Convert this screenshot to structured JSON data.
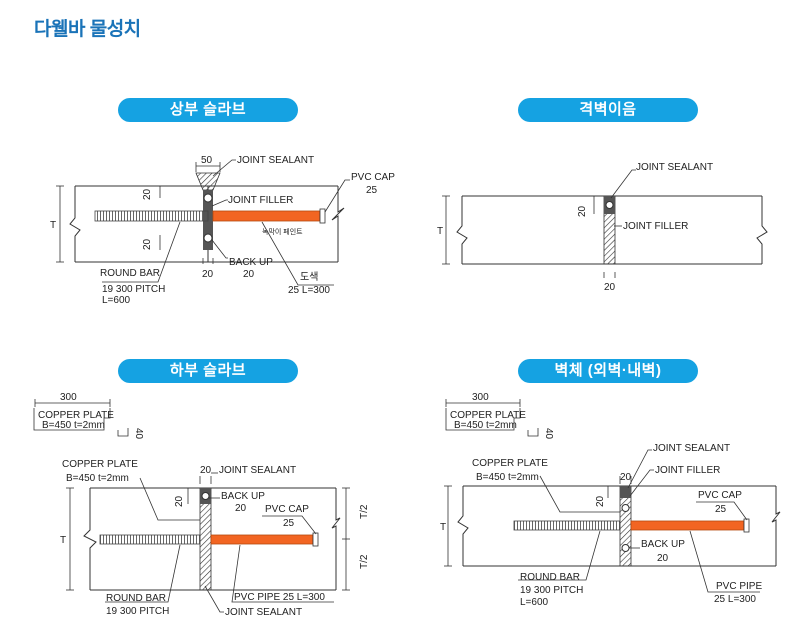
{
  "title": "다웰바 물성치",
  "sections": {
    "upper_slab": {
      "heading": "상부 슬라브",
      "labels": {
        "dim_50": "50",
        "joint_sealant": "JOINT SEALANT",
        "pvc_cap": "PVC CAP",
        "pvc_cap_size": "25",
        "joint_filler": "JOINT FILLER",
        "dim_20_top": "20",
        "dim_20_bottom": "20",
        "t": "T",
        "paint_note": "녹막이 페인트",
        "back_up": "BACK UP",
        "back_up_size": "20",
        "dim_20_under": "20",
        "round_bar": "ROUND BAR",
        "round_bar_spec": "19 300 PITCH",
        "round_bar_len": "L=600",
        "coating": "도색",
        "coating_spec": "25 L=300"
      }
    },
    "partition_wall": {
      "heading": "격벽이음",
      "labels": {
        "joint_sealant": "JOINT SEALANT",
        "joint_filler": "JOINT FILLER",
        "dim_20_side": "20",
        "dim_20_bottom": "20",
        "t": "T"
      }
    },
    "lower_slab": {
      "heading": "하부 슬라브",
      "labels": {
        "dim_300": "300",
        "copper_plate": "COPPER PLATE",
        "copper_plate_spec": "B=450 t=2mm",
        "dim_40": "40",
        "copper_plate_2": "COPPER PLATE",
        "copper_plate_spec_2": "B=450 t=2mm",
        "dim_20_top": "20",
        "joint_sealant": "JOINT SEALANT",
        "dim_20_side": "20",
        "back_up": "BACK UP",
        "back_up_size": "20",
        "pvc_cap": "PVC CAP",
        "pvc_cap_size": "25",
        "t": "T",
        "t_half_top": "T/2",
        "t_half_bottom": "T/2",
        "round_bar": "ROUND BAR",
        "round_bar_spec": "19 300 PITCH",
        "pvc_pipe": "PVC PIPE  25 L=300",
        "joint_sealant_bottom": "JOINT SEALANT"
      }
    },
    "wall_side": {
      "heading": "벽체 (외벽·내벽)",
      "labels": {
        "dim_300": "300",
        "copper_plate": "COPPER PLATE",
        "copper_plate_spec": "B=450 t=2mm",
        "dim_40": "40",
        "joint_sealant": "JOINT SEALANT",
        "copper_plate_2": "COPPER PLATE",
        "copper_plate_spec_2": "B=450 t=2mm",
        "dim_20_top": "20",
        "joint_filler": "JOINT FILLER",
        "dim_20_side": "20",
        "pvc_cap": "PVC CAP",
        "pvc_cap_size": "25",
        "t": "T",
        "back_up": "BACK UP",
        "back_up_size": "20",
        "round_bar": "ROUND BAR",
        "round_bar_spec": "19 300 PITCH",
        "round_bar_len": "L=600",
        "pvc_pipe": "PVC PIPE",
        "pvc_pipe_spec": "25 L=300"
      }
    }
  },
  "colors": {
    "accent": "#15a2e2",
    "title": "#1a73b8",
    "pipe": "#f26522"
  }
}
